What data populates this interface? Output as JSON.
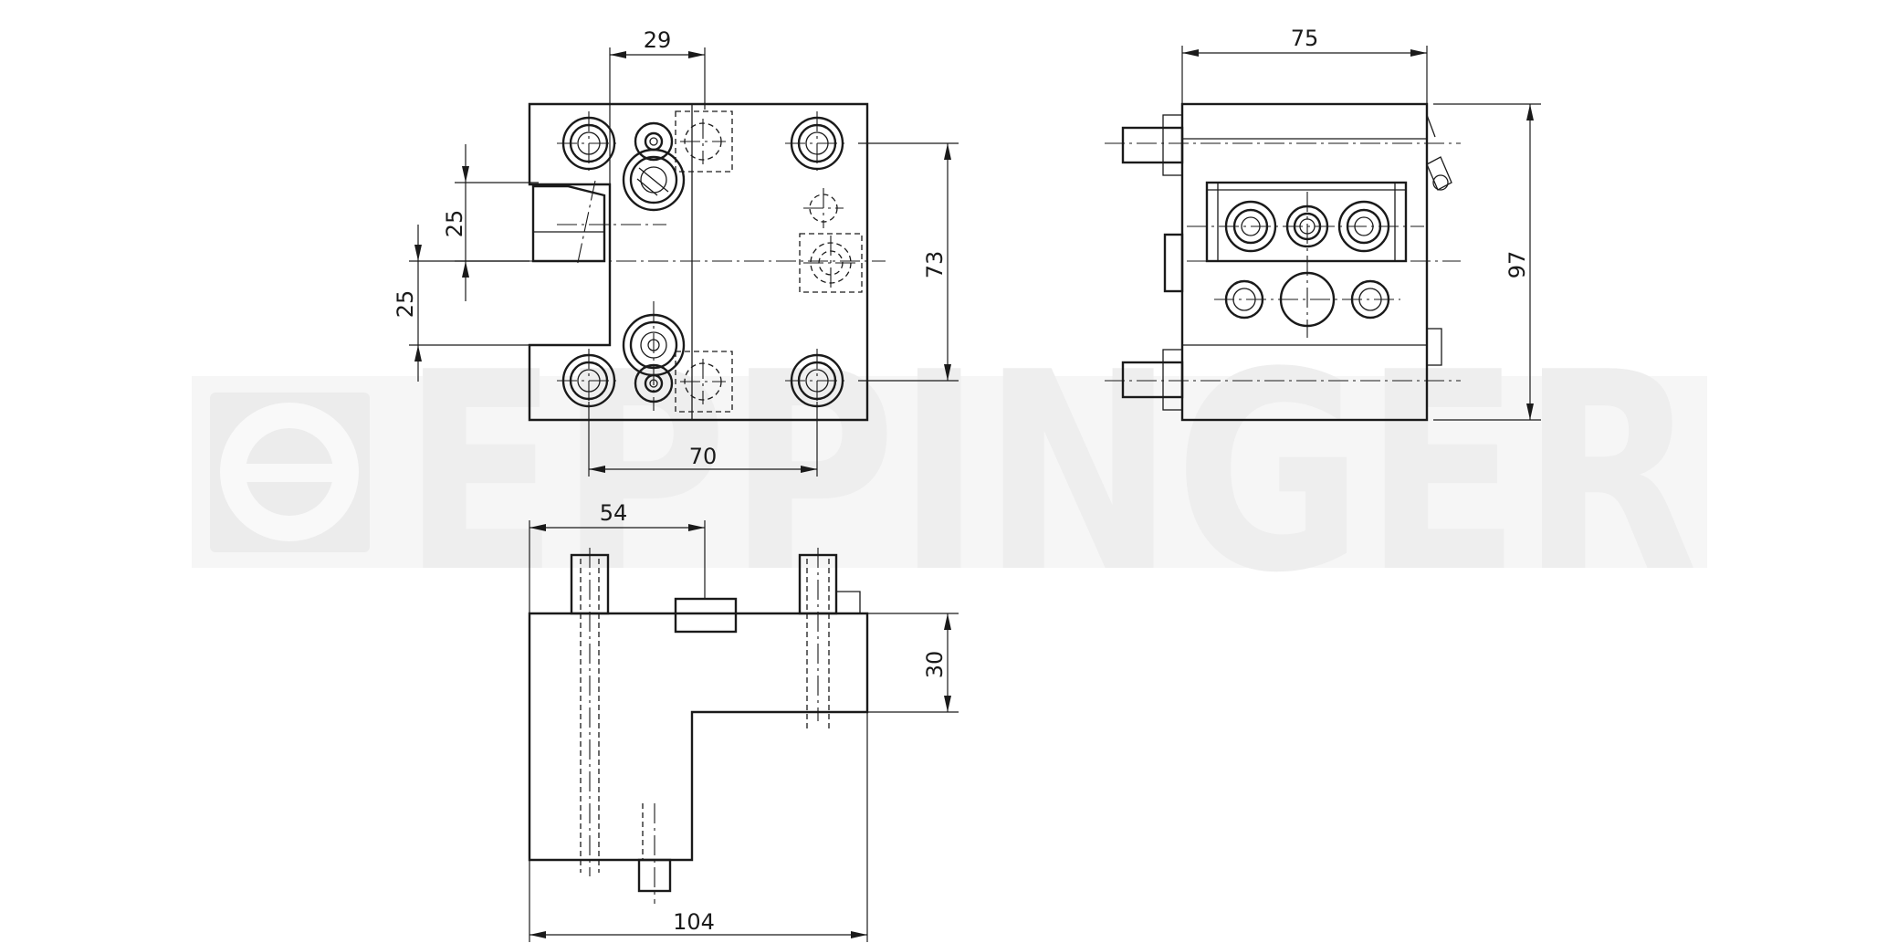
{
  "watermark": {
    "text": "EPPINGER"
  },
  "dimensions": {
    "top_width_29": "29",
    "offset_25_upper": "25",
    "offset_25_lower": "25",
    "height_73": "73",
    "bolt_spacing_70": "70",
    "side_width_75": "75",
    "side_height_97": "97",
    "front_width_54": "54",
    "front_height_30": "30",
    "front_total_104": "104"
  },
  "colors": {
    "line": "#1a1a1a",
    "watermark": "#eeeeee",
    "background": "#ffffff"
  }
}
